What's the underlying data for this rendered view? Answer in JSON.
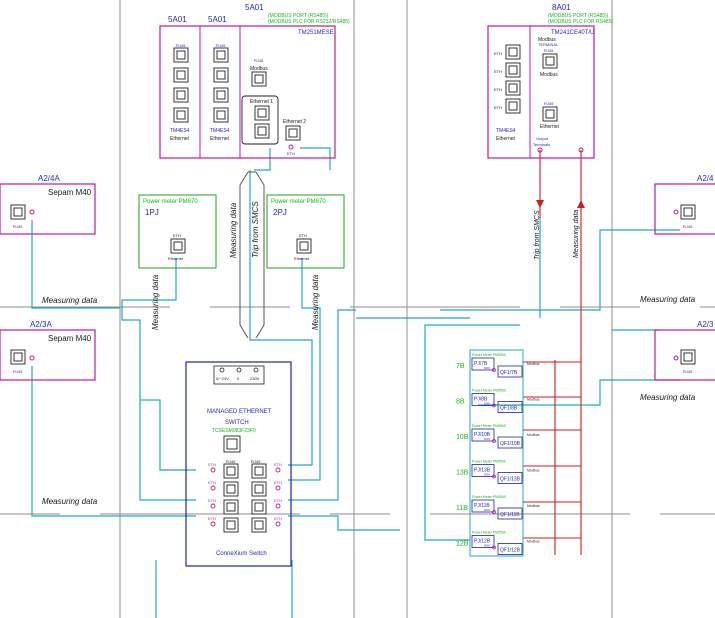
{
  "colors": {
    "ethernet_line": "#21a7c9",
    "modbus_line": "#d61a1a",
    "device_border": "#c0189e",
    "switch_border": "#2222aa",
    "meter_border": "#1aa01a",
    "grid_line": "#808080"
  },
  "plc_5a": {
    "top_label": "5A01",
    "note_line_1": "(MODBUS PORT (RS485))",
    "note_line_2": "(MODBUS PLC FOR RS232/RS485)",
    "model": "TM251MESE",
    "module_1": {
      "label": "5A01",
      "port_label": "RJ45",
      "model": "TM4ES4",
      "net": "Ethernet"
    },
    "module_2": {
      "label": "5A01",
      "port_label": "RJ45",
      "model": "TM4ES4",
      "net": "Ethernet"
    },
    "cpu": {
      "modbus_port": "RJ45",
      "modbus_label": "Modbus",
      "eth1_label": "Ethernet 1",
      "eth2_label": "Ethernet 2",
      "eth_pin": "ETH"
    }
  },
  "plc_8a": {
    "top_label": "8A01",
    "note_line_1": "(MODBUS PORT (RS485))",
    "note_line_2": "(MODBUS PLC FOR RS485)",
    "model": "TM241CE40T/U",
    "eth_labels": [
      "ETH",
      "ETH",
      "ETH",
      "ETH"
    ],
    "module_model": "TM4ES4",
    "module_net": "Ethernet",
    "modbus_title": "Modbus",
    "modbus_sub": "TERMINAL",
    "modbus_port": "RJ45",
    "modbus_label": "Modbus",
    "eth_port": "RJ45",
    "eth_label": "Ethernet",
    "output_label_1": "Output",
    "output_label_2": "Terminals"
  },
  "sepam_left_top": {
    "tag": "A2/4A",
    "name": "Sepam M40",
    "port": "RJ45"
  },
  "sepam_left_bottom": {
    "tag": "A2/3A",
    "name": "Sepam M40",
    "port": "RJ45"
  },
  "sepam_right_top": {
    "tag": "A2/4",
    "port": "RJ45"
  },
  "sepam_right_bottom": {
    "tag": "A2/3",
    "port": "RJ45"
  },
  "meter_1pj": {
    "title": "Power meter PM870",
    "tag": "1PJ",
    "port_top": "ETH",
    "port_bottom": "Ethernet"
  },
  "meter_2pj": {
    "title": "Power meter PM870",
    "tag": "2PJ",
    "port_top": "ETH",
    "port_bottom": "Ethernet"
  },
  "switch": {
    "power_labels": [
      "0/~24V",
      "0",
      "230V"
    ],
    "title_1": "MANAGED ETHERNET",
    "title_2": "SWITCH",
    "model": "TCSESM083F23F0",
    "port_label": "RJ45",
    "eth_label": "ETH",
    "footer": "ConneXium Switch"
  },
  "annotations": {
    "measuring_data": "Measuring data",
    "trip_from_smcs": "Trip from SMCS"
  },
  "feeders": [
    {
      "num": "7B",
      "meter_title": "Power Meter PM5560",
      "meter": "PJ/7B",
      "breaker": "QF1/7B",
      "sub": "RJ45"
    },
    {
      "num": "8B",
      "meter_title": "Power Meter PM5560",
      "meter": "PJ/8B",
      "breaker": "QF1/8B",
      "sub": "RJ45"
    },
    {
      "num": "10B",
      "meter_title": "Power Meter PM5560",
      "meter": "PJ/10B",
      "breaker": "QF1/10B",
      "sub": "RJ45"
    },
    {
      "num": "13B",
      "meter_title": "Power Meter PM5560",
      "meter": "PJ/13B",
      "breaker": "QF1/13B",
      "sub": "RJ45"
    },
    {
      "num": "11B",
      "meter_title": "Power Meter PM5560",
      "meter": "PJ/11B",
      "breaker": "QF1/11B",
      "sub": "RJ45"
    },
    {
      "num": "12B",
      "meter_title": "Power Meter PM5560",
      "meter": "PJ/12B",
      "breaker": "QF1/12B",
      "sub": "RJ45"
    }
  ],
  "feeder_modbus": "Modbus"
}
